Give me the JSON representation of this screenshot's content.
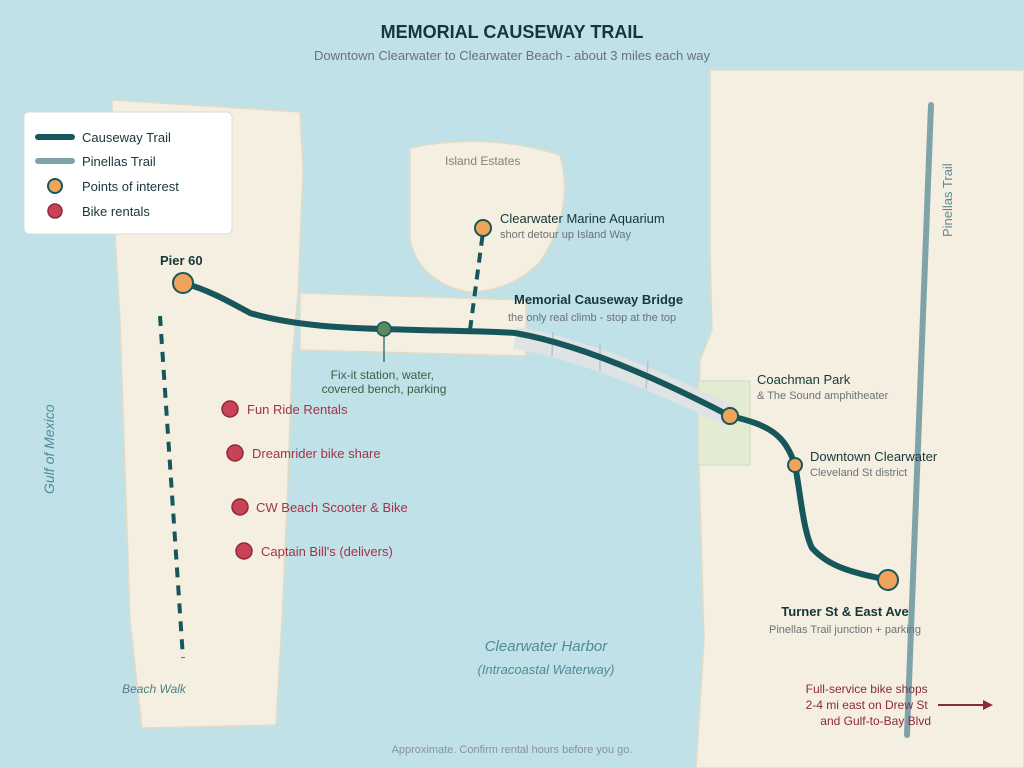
{
  "title": "MEMORIAL CAUSEWAY TRAIL",
  "subtitle": "Downtown Clearwater to Clearwater Beach - about 3 miles each way",
  "legend": {
    "causeway": "Causeway Trail",
    "pinellas": "Pinellas Trail",
    "poi": "Points of interest",
    "rentals": "Bike rentals"
  },
  "water": {
    "gulf": "Gulf of Mexico",
    "harbor": "Clearwater Harbor",
    "intracoastal": "(Intracoastal Waterway)"
  },
  "areas": {
    "island_estates": "Island Estates",
    "beach_walk": "Beach Walk",
    "pinellas_trail_label": "Pinellas Trail"
  },
  "places": {
    "pier60": "Pier 60",
    "aquarium": "Clearwater Marine Aquarium",
    "aquarium_note": "short detour up Island Way",
    "bridge": "Memorial Causeway Bridge",
    "bridge_note": "the only real climb - stop at the top",
    "fixit": [
      "Fix-it station, water,",
      "covered bench, parking"
    ],
    "coachman": "Coachman Park",
    "coachman_note": "& The Sound amphitheater",
    "downtown": "Downtown Clearwater",
    "downtown_note": "Cleveland St district",
    "turner": "Turner St & East Ave",
    "turner_note": "Pinellas Trail junction + parking"
  },
  "rentals": [
    "Fun Ride Rentals",
    "Dreamrider bike share",
    "CW Beach Scooter & Bike",
    "Captain Bill's (delivers)"
  ],
  "bike_shops": [
    "Full-service bike shops",
    "2-4 mi east on Drew St",
    "and Gulf-to-Bay Blvd"
  ],
  "footer": "Approximate. Confirm rental hours before you go.",
  "colors": {
    "water": "#bfe1e7",
    "land": "#f4efe1",
    "land_border": "#e2dcc6",
    "trail": "#17575c",
    "pinellas": "#7fa3ab",
    "poi": "#f2a35a",
    "rental": "#c94256",
    "rental_text": "#a33447",
    "park": "#e3ecd3"
  }
}
